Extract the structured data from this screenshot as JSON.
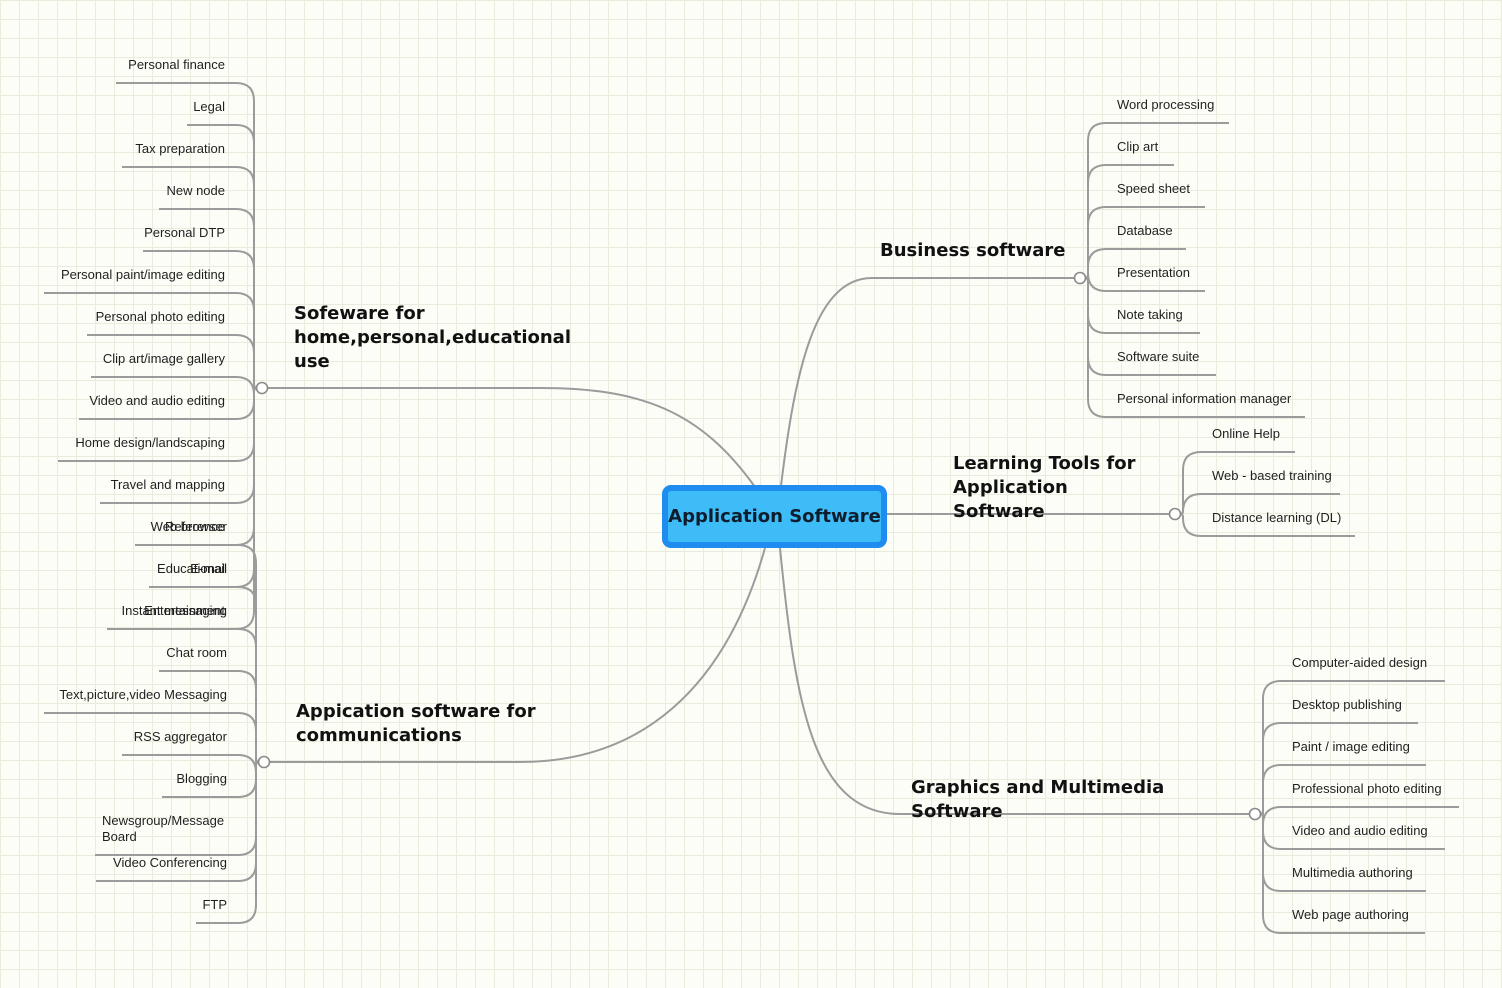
{
  "root": {
    "title": "Application Software"
  },
  "branches": [
    {
      "id": "business",
      "title": "Business software",
      "items": [
        "Word processing",
        "Clip art",
        "Speed sheet",
        "Database",
        "Presentation",
        "Note taking",
        "Software suite",
        "Personal information manager"
      ]
    },
    {
      "id": "learning",
      "title": "Learning Tools for Application Software",
      "items": [
        "Online Help",
        "Web - based training",
        "Distance learning (DL)"
      ]
    },
    {
      "id": "graphics",
      "title": "Graphics and Multimedia Software",
      "items": [
        "Computer-aided design",
        "Desktop publishing",
        "Paint / image editing",
        "Professional photo editing",
        "Video and audio editing",
        "Multimedia authoring",
        "Web page authoring"
      ]
    },
    {
      "id": "home",
      "title": "Sofeware for home,personal,educational use",
      "items": [
        "Personal finance",
        "Legal",
        "Tax preparation",
        "New node",
        "Personal DTP",
        "Personal paint/image editing",
        "Personal photo editing",
        "Clip art/image gallery",
        "Video and audio editing",
        "Home design/landscaping",
        "Travel and mapping",
        "Reference",
        "Educational",
        "Entertainment"
      ]
    },
    {
      "id": "comms",
      "title": "Appication software for communications",
      "items": [
        "Web browser",
        "E-mail",
        "Instant messaging",
        "Chat room",
        "Text,picture,video Messaging",
        "RSS aggregator",
        "Blogging",
        "Newsgroup/Message Board",
        "Video Conferencing",
        "FTP"
      ]
    }
  ]
}
